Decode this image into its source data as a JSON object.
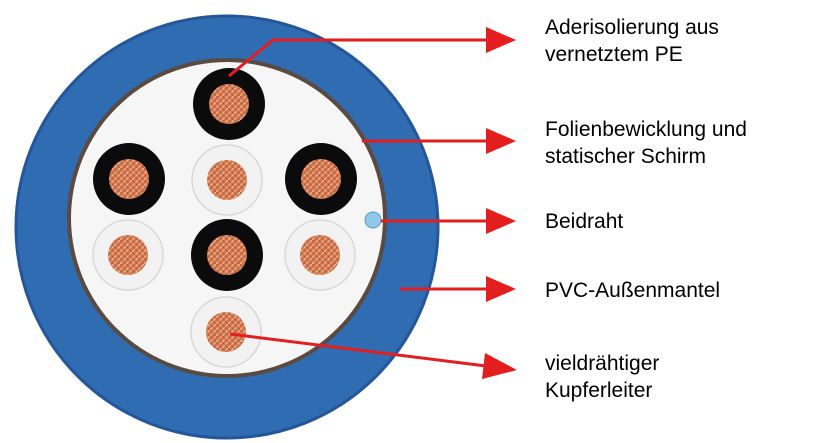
{
  "colors": {
    "jacket": "#2f6cb1",
    "jacket_dark": "#24579a",
    "shield": "#5a4a40",
    "filler": "#f6f6f6",
    "insulation_black": "#0b0b0b",
    "insulation_white": "#f2f2f2",
    "copper": "#d2764a",
    "copper_light": "#f0b49a",
    "drain_wire": "#8fc8ea",
    "arrow": "#e21e1e"
  },
  "labels": {
    "insulation": {
      "line1": "Aderisolierung aus",
      "line2": "vernetztem PE"
    },
    "shield": {
      "line1": "Folienbewicklung und",
      "line2": "statischer Schirm"
    },
    "drain": {
      "line1": "Beidraht"
    },
    "jacket": {
      "line1": "PVC-Außenmantel"
    },
    "conductor": {
      "line1": "vieldrähtiger",
      "line2": "Kupferleiter"
    }
  },
  "icons": {
    "arrow": "red-arrow-icon",
    "copper": "stranded-copper-icon"
  }
}
